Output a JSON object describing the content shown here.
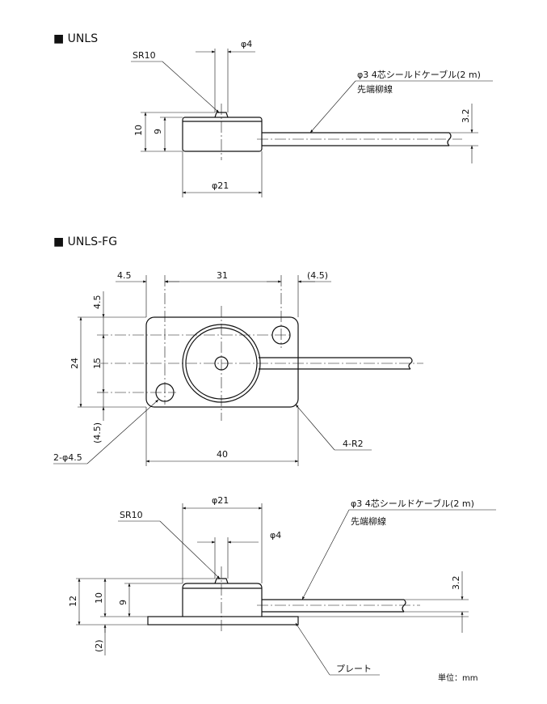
{
  "sections": [
    {
      "title": "■ UNLS"
    },
    {
      "title": "■ UNLS-FG"
    }
  ],
  "side1": {
    "sr": "SR10",
    "phi_tip": "φ4",
    "cable1": "φ3 4芯シールドケーブル(2 m)",
    "cable2": "先端柳線",
    "h_outer": "10",
    "h_inner": "9",
    "cable_d": "3.2",
    "phi_body": "φ21"
  },
  "top": {
    "w_left": "4.5",
    "w_mid": "31",
    "w_right": "(4.5)",
    "v_top": "4.5",
    "v_mid": "15",
    "v_total": "24",
    "v_bot": "(4.5)",
    "holes": "2-φ4.5",
    "w_total": "40",
    "radius": "4-R2"
  },
  "side2": {
    "phi_body": "φ21",
    "sr": "SR10",
    "phi_tip": "φ4",
    "cable1": "φ3 4芯シールドケーブル(2 m)",
    "cable2": "先端柳線",
    "h12": "12",
    "h10": "10",
    "h9": "9",
    "h2": "(2)",
    "cable_d": "3.2",
    "plate": "プレート",
    "unit": "単位：mm"
  }
}
